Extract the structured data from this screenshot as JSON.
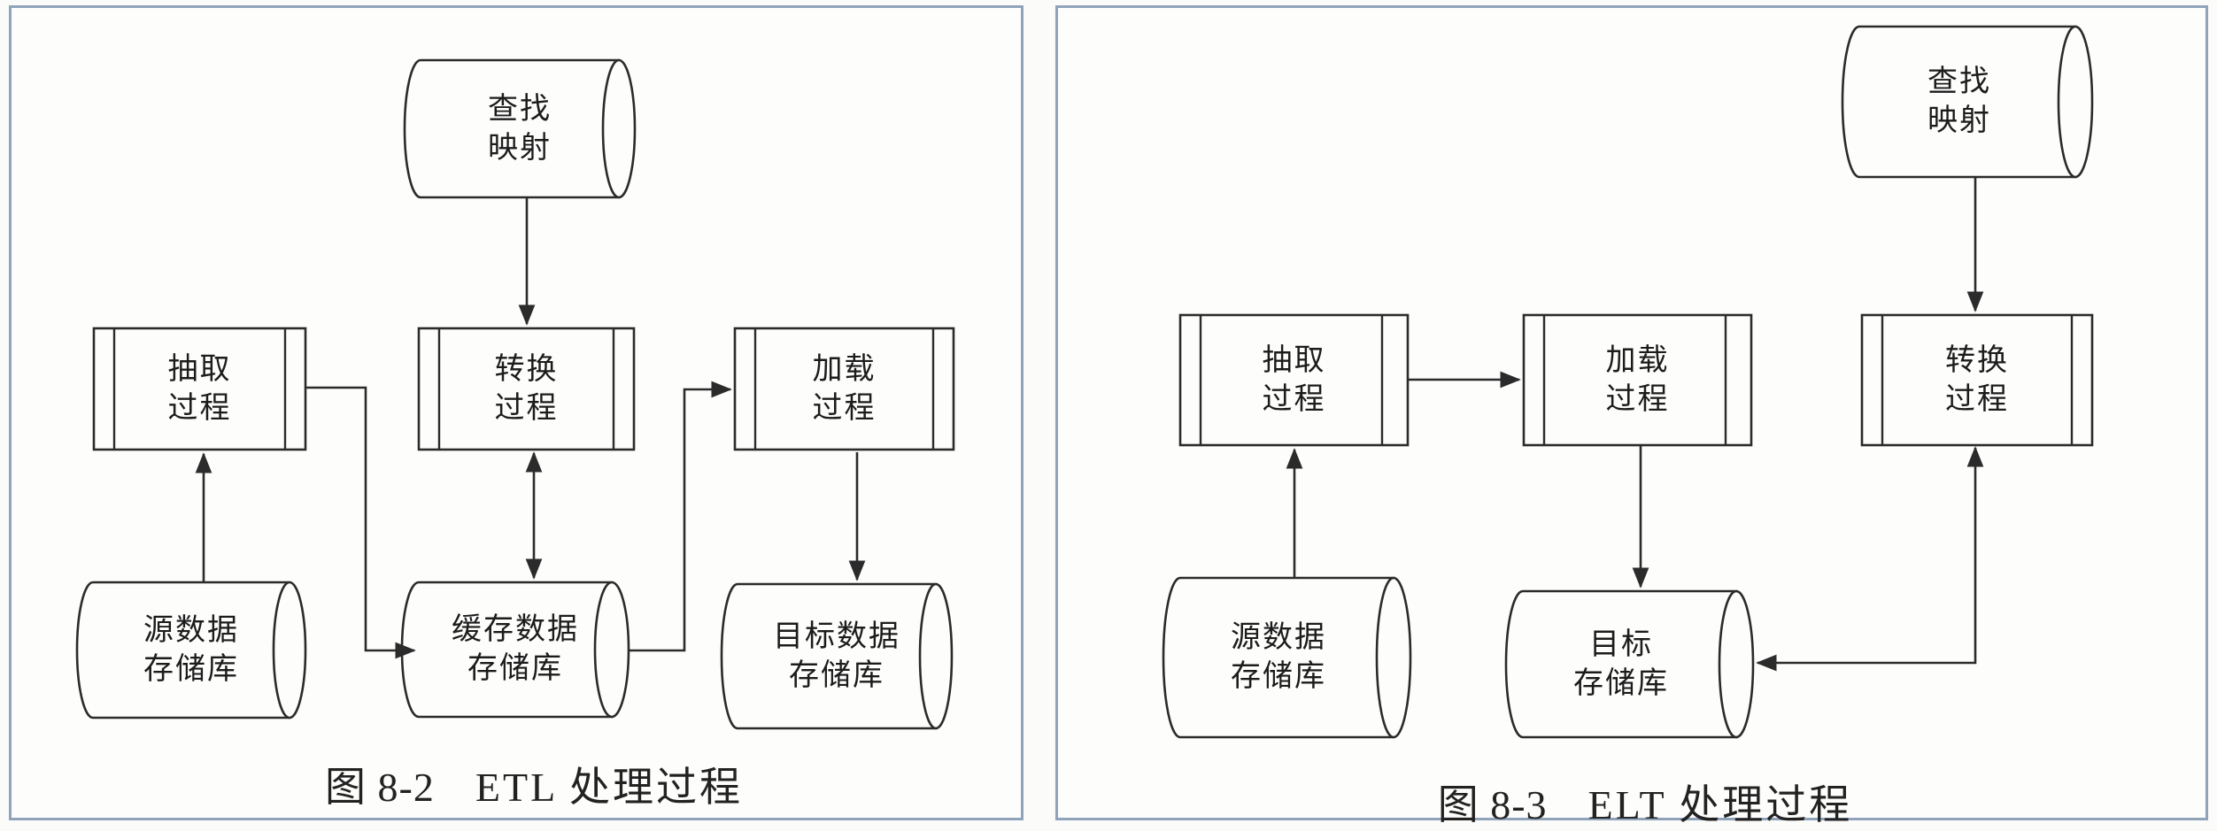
{
  "page": {
    "background": "#fbfbf9",
    "panel_border_color": "#8fa3ba",
    "line_color": "#2b2b2b"
  },
  "etl": {
    "caption": {
      "number": "图 8-2",
      "title": "ETL 处理过程"
    },
    "nodes": {
      "lookup": "查找\n映射",
      "extract": "抽取\n过程",
      "transform": "转换\n过程",
      "load": "加载\n过程",
      "source": "源数据\n存储库",
      "staging": "缓存数据\n存储库",
      "target": "目标数据\n存储库"
    }
  },
  "elt": {
    "caption": {
      "number": "图 8-3",
      "title": "ELT 处理过程"
    },
    "nodes": {
      "lookup": "查找\n映射",
      "extract": "抽取\n过程",
      "load": "加载\n过程",
      "transform": "转换\n过程",
      "source": "源数据\n存储库",
      "target": "目标\n存储库"
    }
  }
}
